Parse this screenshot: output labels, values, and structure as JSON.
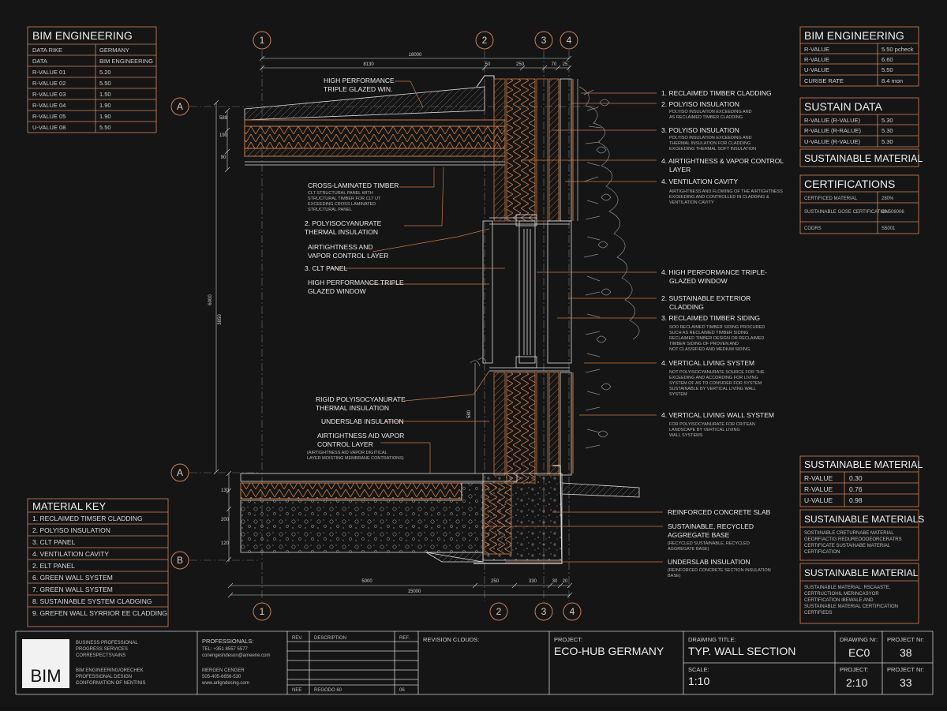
{
  "bim_table_left": {
    "title": "BIM ENGINEERING",
    "rows": [
      [
        "DATA RIKE",
        "GERMANY"
      ],
      [
        "DATA",
        "BIM ENGINEERING"
      ],
      [
        "R-VALUE 01",
        "5.20"
      ],
      [
        "R-VALUE 02",
        "5.50"
      ],
      [
        "R-VALUE 03",
        "1.50"
      ],
      [
        "R-VALUE 04",
        "1.90"
      ],
      [
        "R-VALUE 05",
        "1.90"
      ],
      [
        "U-VALUE 08",
        "5.50"
      ]
    ]
  },
  "bim_table_right": {
    "title": "BIM ENGINEERING",
    "rows": [
      [
        "R-VALUE",
        "5.50 pcheck"
      ],
      [
        "R-VALUE",
        "6.60"
      ],
      [
        "U-VALUE",
        "5.50"
      ],
      [
        "CURISE RATE",
        "8.4 mon"
      ]
    ]
  },
  "sustain_data": {
    "title": "SUSTAIN DATA",
    "rows": [
      [
        "R-VALUE (R-VALUE)",
        "5.30"
      ],
      [
        "R-VALUE (R-RALUE)",
        "5.30"
      ],
      [
        "U-VALUE (R-VALUE)",
        "5.30"
      ]
    ]
  },
  "sustainable_material_box1": "SUSTAINABLE MATERIAL",
  "certifications": {
    "title": "CERTIFICATIONS",
    "rows": [
      [
        "CERTIFICED MATERIAL",
        "280%"
      ],
      [
        "SUSTAINABLE GOSE CERTIFICATION",
        "80-506006"
      ],
      [
        "CODRS",
        "S5001"
      ]
    ]
  },
  "sustainable_material_table": {
    "title": "SUSTAINABLE MATERIAL",
    "rows": [
      [
        "R-VALUE",
        "0.30"
      ],
      [
        "R-VALUE",
        "0.76"
      ],
      [
        "U-VALUE",
        "0.98"
      ]
    ]
  },
  "sustainable_materials_note": {
    "title": "SUSTAINABLE MATERIALS",
    "lines": [
      "SOSTIINABLE CRETURNABE MATERIAL",
      "GEORFIACTIG REDUREOOOEORCERATRS",
      "CERTIFICATE SUSTAINABE MATERIAL",
      "CERTIFICATION"
    ]
  },
  "sustainable_material_note2": {
    "title": "SUSTAINABLE MATERIAL",
    "lines": [
      "SUSTAINABLE MATERIAL: RSCAASTE,",
      "CERTRUCTIOHIL MERINCASYOR",
      "CERTIFICATION IBEWALE AND",
      "SUSTAINABLE MATERIAL CERTIFICATION",
      "CERTIFIEDS"
    ]
  },
  "material_key": {
    "title": "MATERIAL KEY",
    "items": [
      "1. RECLAIMED TIMSER CLADDING",
      "2. POLYISO INSULATION",
      "3. CLT PANEL",
      "4. VENTILATION CAVITY",
      "2. ELT PANEL",
      "6. GREEN WALL SYSTEM",
      "7. GREEN WALL SYSTEM",
      "8. SUSTAINABLE SYSTEM CLADGING",
      "9. GREFEN WALL SYRRIOR EE CLADDING"
    ]
  },
  "grid_labels": {
    "col1": "1",
    "col2": "2",
    "col3": "3",
    "col4": "4",
    "rowA": "A",
    "rowA2": "A",
    "rowB": "B"
  },
  "dimensions": {
    "top_overall": "18000",
    "top_a": "8130",
    "top_b": "50",
    "top_c": "250",
    "top_d": "70",
    "top_e": "25",
    "bot_a": "5000",
    "bot_b": "250",
    "bot_c": "330",
    "bot_d": "30",
    "bot_e": "20",
    "bot_overall": "15000",
    "left_1": "190",
    "left_2": "589",
    "left_3": "90",
    "left_4": "6000",
    "left_5": "3850",
    "left_6": "130",
    "left_7": "200",
    "left_8": "120",
    "mid_1": "580"
  },
  "callouts_left": [
    {
      "title": [
        "HIGH PERFORMANCE",
        "TRIPLE GLAZED WIN."
      ],
      "sub": []
    },
    {
      "title": [
        "CROSS-LAMINATED TIMBER"
      ],
      "sub": [
        "CLT STRUCTURAL PANEL WITH",
        "STRUCTURAL TIMBER FOR CLT UT",
        "EXCEEDING CROSS LAMINATED",
        "STRUCTURAL PANEL"
      ]
    },
    {
      "title": [
        "2. POLYISOCYANURATE",
        "THERMAL INSULATION"
      ],
      "sub": []
    },
    {
      "title": [
        "AIRTIGHTNESS AND",
        "VAPOR CONTROL LAYER"
      ],
      "sub": []
    },
    {
      "title": [
        "3. CLT PANEL"
      ],
      "sub": []
    },
    {
      "title": [
        "HIGH PERFORMANCE TRIPLE",
        "GLAZED WINDOW"
      ],
      "sub": []
    },
    {
      "title": [
        "RIGID POLYISOCYANURATE",
        "THERMAL INSULATION"
      ],
      "sub": []
    },
    {
      "title": [
        "UNDERSLAB INSULATION"
      ],
      "sub": []
    },
    {
      "title": [
        "AIRTIGHTNESS AID VAPOR",
        "CONTROL LAYER"
      ],
      "sub": [
        "(AIRTIGHTNESS AID VAPOR DIGITICAL",
        "LAYER MOISTING MEMBRANE CONTRATIONS)"
      ]
    }
  ],
  "callouts_right": [
    {
      "title": [
        "1. RECLAIMED TIMBER CLADDING"
      ],
      "sub": []
    },
    {
      "title": [
        "2. POLYISO INSULATION"
      ],
      "sub": [
        "POLYISO INSULATION EXCEEDING AND",
        "AS RECLAIMED TIMBER CLADDING"
      ]
    },
    {
      "title": [
        "3. POLYISO INSULATION"
      ],
      "sub": [
        "POLYISO INSULATION EXCEEDING AND",
        "THERMAL INSULATION FOR CLADDING",
        "EXCEEDING THERMAL SOFT INSULATION"
      ]
    },
    {
      "title": [
        "4. AIRTIGHTNESS & VAPOR CONTROL",
        "LAYER"
      ],
      "sub": []
    },
    {
      "title": [
        "4. VENTILATION CAVITY"
      ],
      "sub": [
        "AIRTIGHTNESS AND FLOWING OF THE AIRTIGHTNESS",
        "EXCEEDING AND CONTROLLED IN CLADDING &",
        "VENTILATION CAVITY"
      ]
    },
    {
      "title": [
        "4. HIGH PERFORMANCE TRIPLE-",
        "GLAZED WINDOW"
      ],
      "sub": []
    },
    {
      "title": [
        "2. SUSTAINABLE EXTERIOR",
        "CLADDING"
      ],
      "sub": []
    },
    {
      "title": [
        "3. RECLAIMED TIMBER SIDING"
      ],
      "sub": [
        "SOD RECLAIMED TIMBER SIDING PROCURED",
        "SUCH AS RECLAIMED TIMBER SIDING",
        "RECLAIMED TIMBER DESIGN OR RECLAIMED",
        "TIMBER SIDING OF PROVEN AND",
        "NOT CLASSIFIED AND MEDIUM SIDING."
      ]
    },
    {
      "title": [
        "4. VERTICAL LIVING SYSTEM"
      ],
      "sub": [
        "NOT POLYISOCYANURATE SOURCE FOR THE",
        "EXCEEDING AND ACCORDING FOR LIVING",
        "SYSTEM OF AS TO CONSIDER FOR SYSTEM",
        "SUSTAINABLE BY VERTICAL LIVING WALL",
        "SYSTEM"
      ]
    },
    {
      "title": [
        "4. VERTICAL LIVING WALL SYSTEM"
      ],
      "sub": [
        "FOR POLYISOCYANURATE FOR CRITEAN",
        "LANDSCAPE BY VERTICAL LIVING",
        "WALL SYSTEMS"
      ]
    },
    {
      "title": [
        "REINFORCED CONCRETE SLAB"
      ],
      "sub": []
    },
    {
      "title": [
        "SUSTAINABLE, RECYCLED",
        "AGGREGATE BASE"
      ],
      "sub": [
        "(RECYCLED SUSTAINABLE, RECYCLED",
        "AGGREGATE BASE)"
      ]
    },
    {
      "title": [
        "UNDERSLAB INSULATION"
      ],
      "sub": [
        "(REINFORCED CONCRETE SECTION INSULATION",
        "BASE)"
      ]
    }
  ],
  "title_block": {
    "logo": "BIM",
    "company_lines": [
      "BUSINESS PROFESSIONAL",
      "PROGRESS SERVICES",
      "CORRESPECTSVAINS"
    ],
    "company_lines2": [
      "BIM ENGINEERING/ORECHEK",
      "PROFESSIONAL DESIGN",
      "CONFORMATION OF NENTINIS"
    ],
    "professionals_label": "PROFESSIONALS:",
    "professionals_lines": [
      "TEL: +351 8557 5577",
      "conengeshdeson@ameene.com"
    ],
    "professionals_lines2": [
      "MERGEN CENGER",
      "505-405-6656-530",
      "www.arligndesing.com"
    ],
    "rev_label": "REV.",
    "description_label": "DESCRIPTION",
    "ref_label": "REF.",
    "rev_bottom": "NEE",
    "rev_bottom_desc": "REGODO 60",
    "rev_bottom_ref": "06",
    "revision_clouds": "REVISION CLOUDS:",
    "project_label": "PROJECT:",
    "project_name": "ECO-HUB GERMANY",
    "drawing_title_label": "DRAWING TITLE:",
    "drawing_title": "TYP. WALL SECTION",
    "scale_label": "SCALE:",
    "scale_value": "1:10",
    "drawing_nr_label": "DRAWING Nr:",
    "drawing_nr": "EC0",
    "project_nr_label": "PROJECT Nr:",
    "project_nr": "38",
    "project2_label": "PROJECT:",
    "project2_value": "2:10",
    "project_nr2_label": "PROJECT Nr:",
    "project_nr2": "33"
  },
  "colors": {
    "background": "#151515",
    "line": "#e8e8e8",
    "accent": "#d9884f",
    "table_border": "#d2865a"
  }
}
